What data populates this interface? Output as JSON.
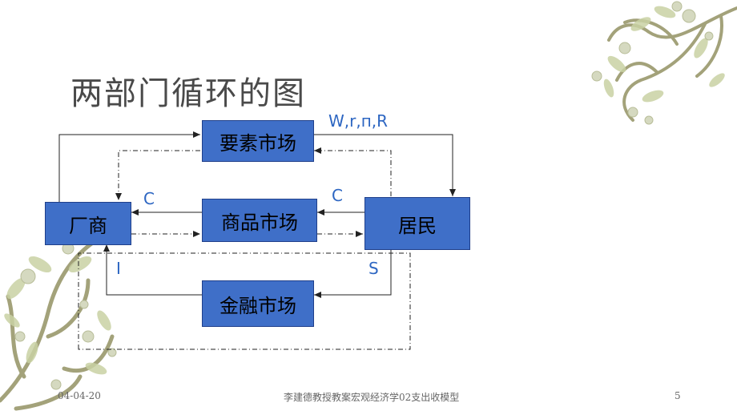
{
  "slide": {
    "title": "两部门循环的图",
    "footer_date": "04-04-20",
    "footer_text": "李建德教授教案宏观经济学02支出收模型",
    "page_number": "5"
  },
  "diagram": {
    "nodes": {
      "factor_market": "要素市场",
      "goods_market": "商品市场",
      "financial_market": "金融市场",
      "firms": "厂商",
      "households": "居民"
    },
    "labels": {
      "factor_income": "W,r,п,R",
      "consumption_left": "C",
      "consumption_right": "C",
      "investment": "I",
      "saving": "S"
    }
  },
  "colors": {
    "box_fill": "#3f6fc8",
    "label_blue": "#2d66c2",
    "vine": "#9a9970",
    "leaf": "#c9d2a4"
  }
}
